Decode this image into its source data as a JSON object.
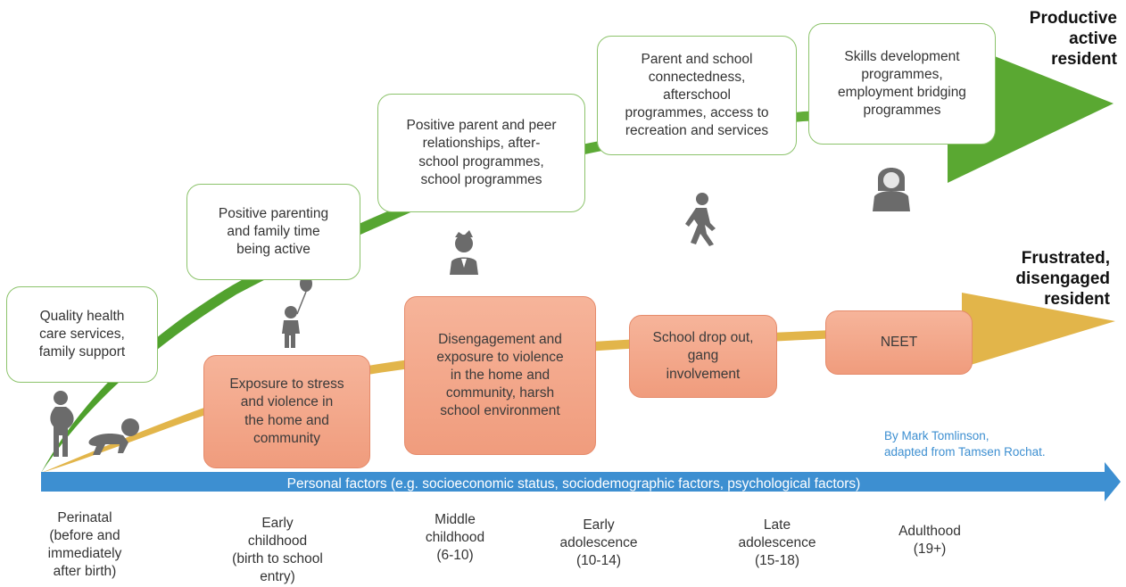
{
  "outcomes": {
    "positive": "Productive\nactive\nresident",
    "negative": "Frustrated,\ndisengaged\nresident"
  },
  "protective_boxes": [
    "Quality health\ncare services,\nfamily support",
    "Positive parenting\nand family time\nbeing active",
    "Positive parent and peer\nrelationships, after-\nschool programmes,\nschool programmes",
    "Parent and school\nconnectedness,\nafterschool\nprogrammes, access to\nrecreation and services",
    "Skills development\nprogrammes,\nemployment bridging\nprogrammes"
  ],
  "risk_boxes": [
    "Exposure to stress\nand  violence in\nthe home and\ncommunity",
    "Disengagement and\nexposure to violence\nin the home and\ncommunity, harsh\nschool environment",
    "School drop out,\ngang\ninvolvement",
    "NEET"
  ],
  "axis": {
    "label": "Personal factors (e.g. socioeconomic  status, sociodemographic factors, psychological factors)"
  },
  "stages": [
    "Perinatal\n(before and\nimmediately\nafter birth)",
    "Early\nchildhood\n(birth to school\nentry)",
    "Middle\nchildhood\n(6-10)",
    "Early\nadolescence\n(10-14)",
    "Late\nadolescence\n(15-18)",
    "Adulthood\n(19+)"
  ],
  "credit": "By Mark Tomlinson,\nadapted from Tamsen Rochat.",
  "icons": [
    "pregnant-woman-icon",
    "crawling-baby-icon",
    "child-with-balloon-icon",
    "schoolboy-icon",
    "walking-teen-icon",
    "adult-woman-icon"
  ],
  "colors": {
    "positive_path": "#5aa832",
    "negative_path": "#e2b54a",
    "axis": "#3d8fd1",
    "green_border": "#8cc36b",
    "orange_fill": "#f4a98c",
    "icon": "#6b6b6b"
  }
}
